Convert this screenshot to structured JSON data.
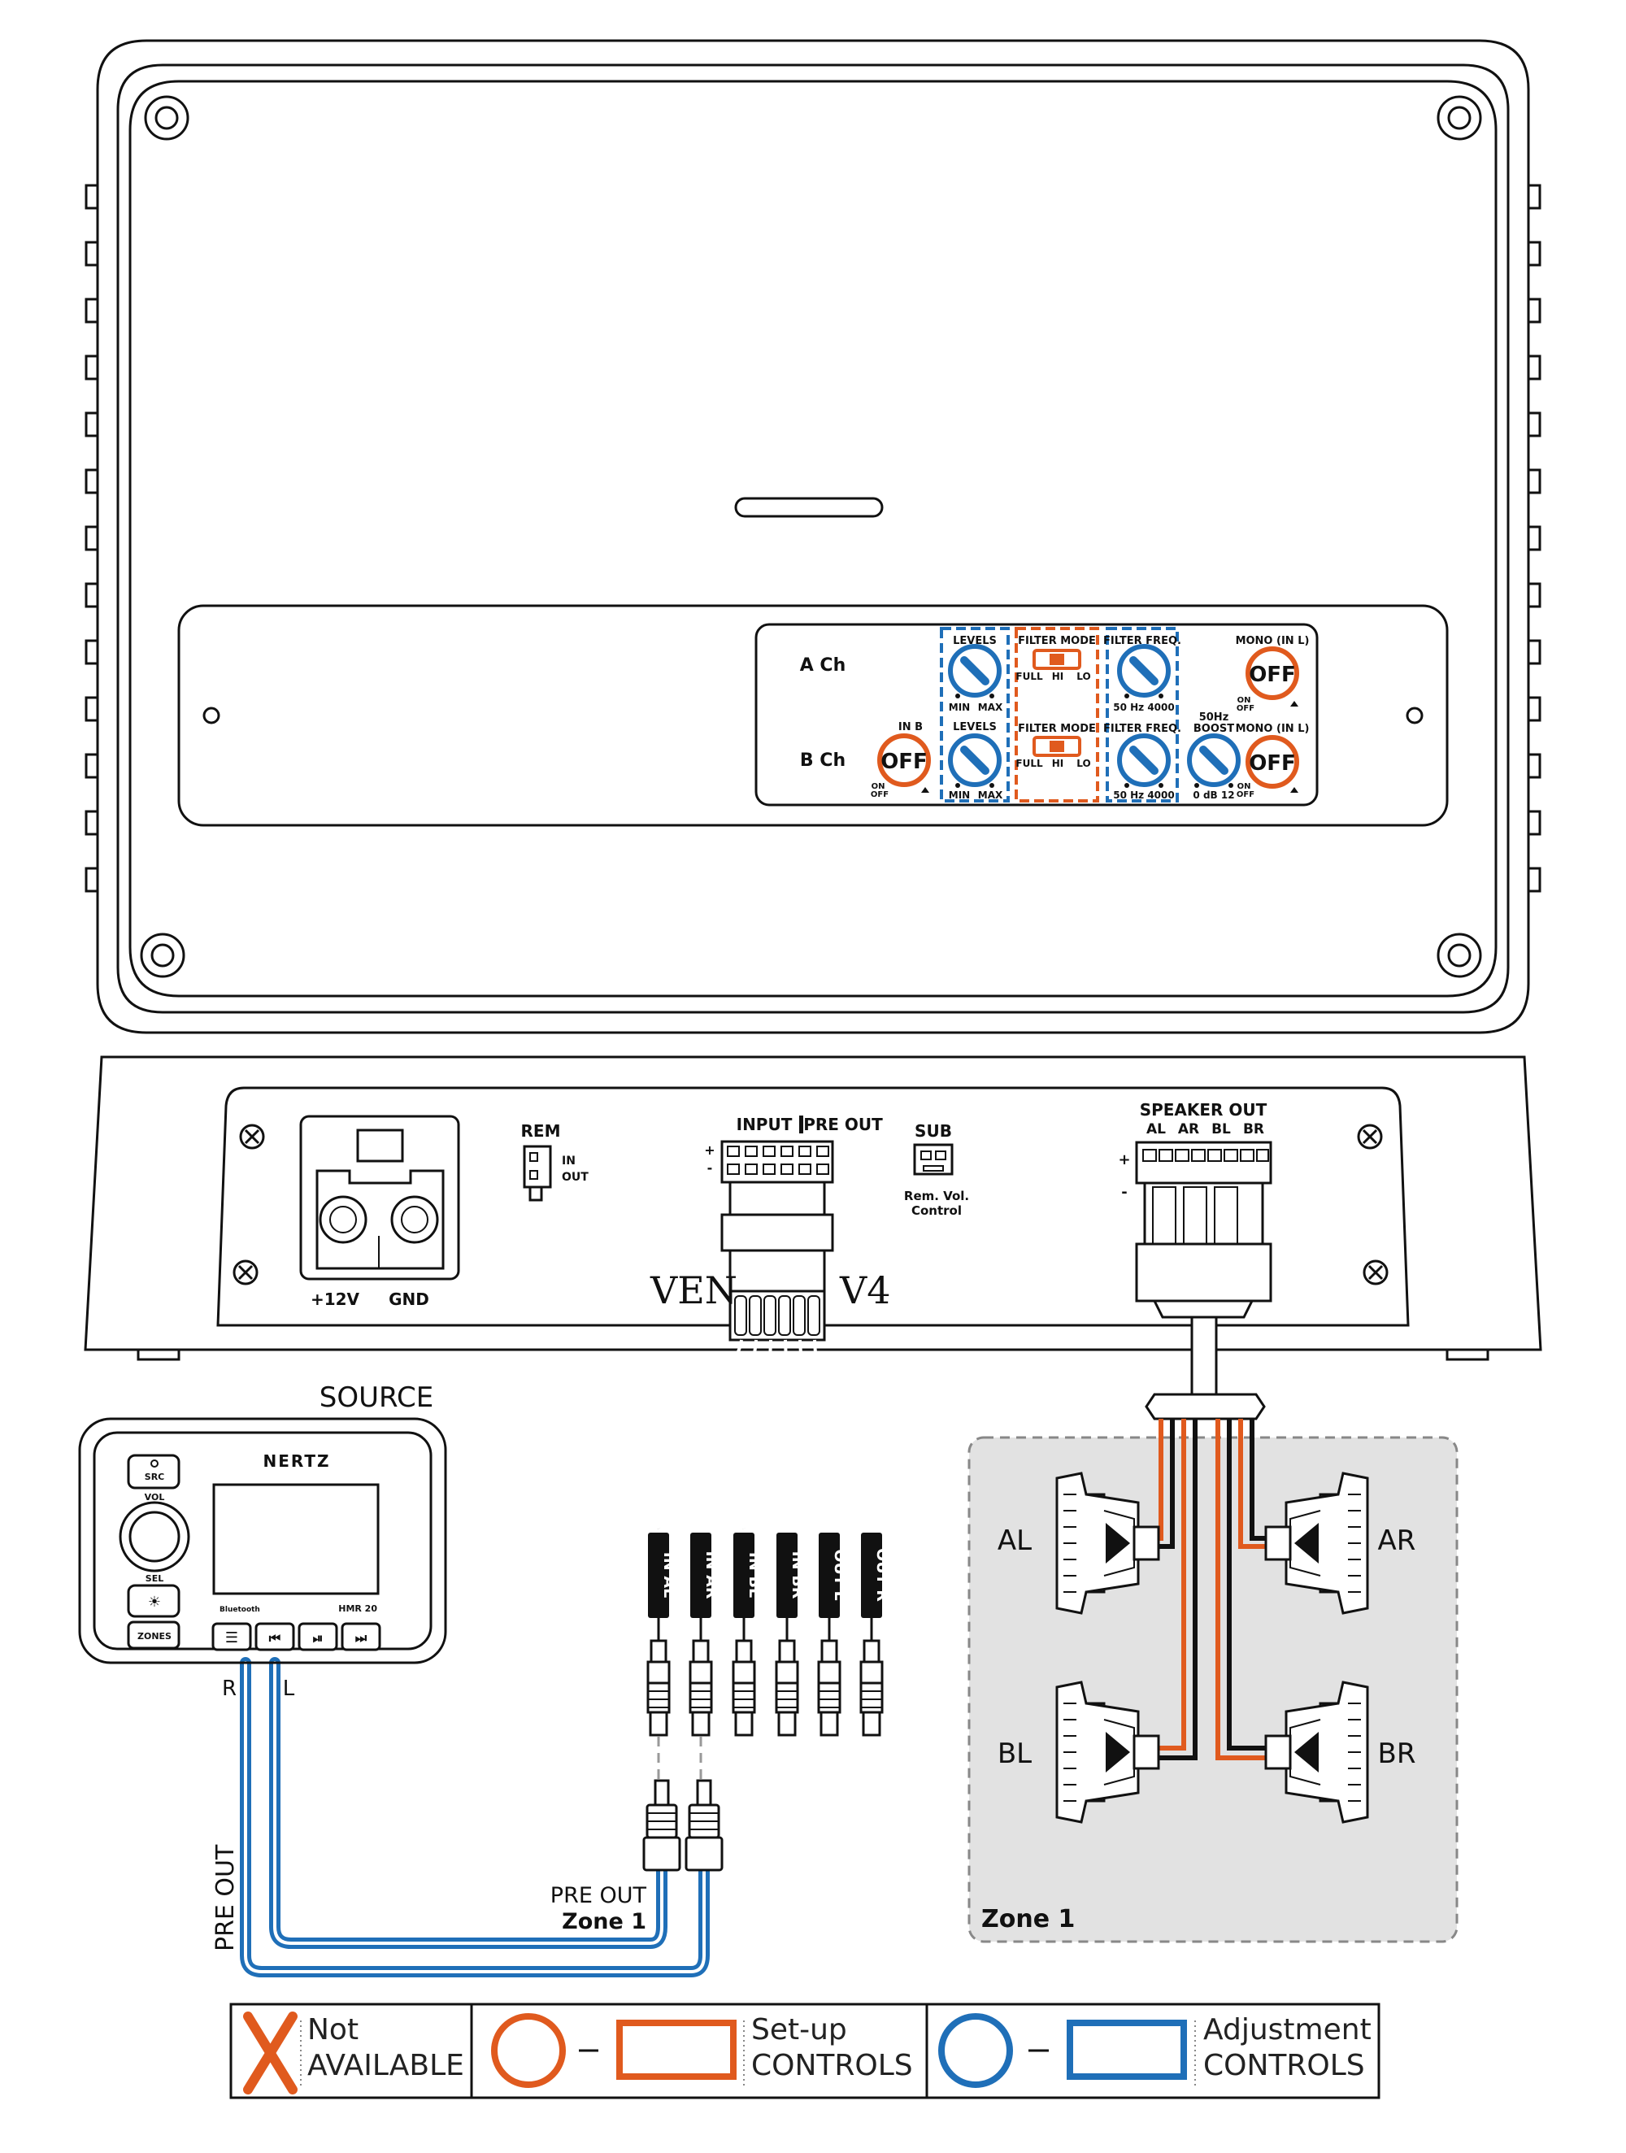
{
  "amplifier": {
    "panel": {
      "a_ch": "A Ch",
      "b_ch": "B Ch",
      "levels": "LEVELS",
      "filter_mode": "FILTER MODE",
      "filter_freq": "FILTER FREQ.",
      "mono": "MONO (IN L)",
      "in_b": "IN B",
      "boost_50": "50Hz",
      "boost": "BOOST",
      "off": "OFF",
      "on": "ON",
      "off_small": "OFF",
      "min": "MIN",
      "max": "MAX",
      "full": "FULL",
      "hi": "HI",
      "lo": "LO",
      "hz_range": "50  Hz 4000",
      "db_range": "0  dB 12"
    },
    "front": {
      "rem": "REM",
      "rem_in": "IN",
      "rem_out": "OUT",
      "input_pre_out": "INPUT",
      "pre_out_label": "PRE OUT",
      "plus": "+",
      "minus": "-",
      "sub": "SUB",
      "rem_vol_1": "Rem. Vol.",
      "rem_vol_2": "Control",
      "speaker_out": "SPEAKER OUT",
      "sp_ch": [
        "AL",
        "AR",
        "BL",
        "BR"
      ],
      "v12": "+12V",
      "gnd": "GND",
      "brand_left": "VEN",
      "brand_right": "V4"
    }
  },
  "source": {
    "title": "SOURCE",
    "brand": "NERTZ",
    "src": "SRC",
    "vol": "VOL",
    "sel": "SEL",
    "zones": "ZONES",
    "model": "HMR 20",
    "bt": "Bluetooth",
    "out_r": "R",
    "out_l": "L",
    "pre_out": "PRE OUT",
    "pre_out_zone_1": "PRE OUT",
    "pre_out_zone_2": "Zone 1"
  },
  "cables": [
    "IN AL",
    "IN AR",
    "IN BL",
    "IN BR",
    "OUT L",
    "OUT R"
  ],
  "zone": {
    "title": "Zone 1",
    "speakers": [
      "AL",
      "AR",
      "BL",
      "BR"
    ]
  },
  "legend": {
    "not_1": "Not",
    "not_2": "AVAILABLE",
    "setup_1": "Set-up",
    "setup_2": "CONTROLS",
    "adj_1": "Adjustment",
    "adj_2": "CONTROLS"
  },
  "colors": {
    "setup": "#e05a1e",
    "adjust": "#1f6fb8",
    "zone_bg": "#e2e2e2"
  }
}
